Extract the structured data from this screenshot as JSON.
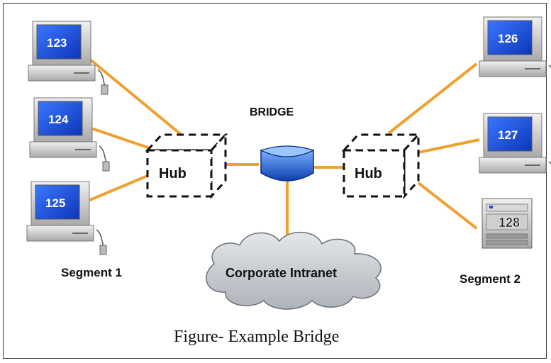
{
  "diagram": {
    "bridge_label": "BRIDGE",
    "hub_label_left": "Hub",
    "hub_label_right": "Hub",
    "cloud_label": "Corporate Intranet",
    "segment1_label": "Segment 1",
    "segment2_label": "Segment 2",
    "caption": "Figure- Example Bridge",
    "computers": {
      "pc123": "123",
      "pc124": "124",
      "pc125": "125",
      "pc126": "126",
      "pc127": "127",
      "server128": "128"
    },
    "colors": {
      "link": "#f0a030",
      "screen": "#1a50d8",
      "bridge": "#2a6fd6",
      "cloud": "#c8ccd2"
    }
  }
}
